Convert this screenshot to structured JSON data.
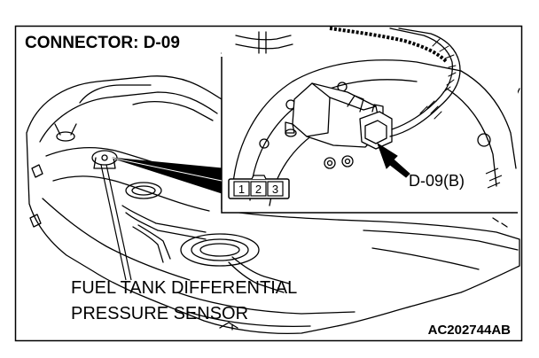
{
  "figure": {
    "connector_title": "CONNECTOR: D-09",
    "callout_label": "D-09(B)",
    "pins": [
      "1",
      "2",
      "3"
    ],
    "part_name_line1": "FUEL TANK DIFFERENTIAL",
    "part_name_line2": "PRESSURE SENSOR",
    "figure_code": "AC202744AB"
  },
  "colors": {
    "line": "#000000",
    "background": "#ffffff",
    "hatch": "#444444"
  },
  "icons": {
    "pointer": "arrow-icon",
    "connector": "connector-icon"
  }
}
